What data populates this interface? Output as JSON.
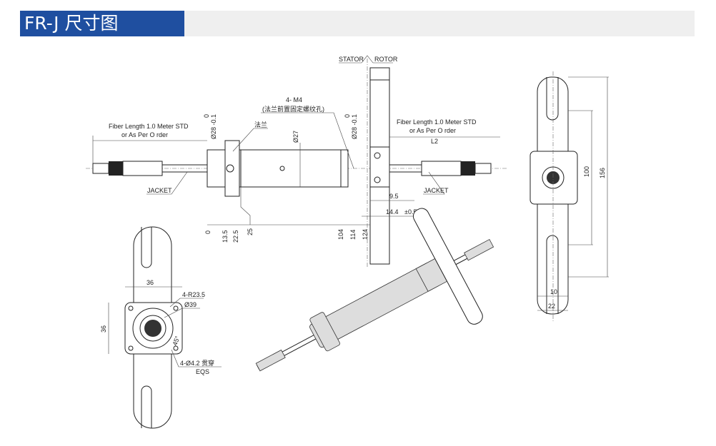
{
  "header": {
    "title": "FR-J 尺寸图"
  },
  "side_view": {
    "stator": "STATOR",
    "rotor": "ROTOR",
    "fiber_left_1": "Fiber Length 1.0 Meter STD",
    "fiber_left_2": "or As Per O rder",
    "fiber_right_1": "Fiber Length 1.0 Meter STD",
    "fiber_right_2": "or As Per O rder",
    "l2": "L2",
    "jacket_left": "JACKET",
    "jacket_right": "JACKET",
    "m4": "4- M4",
    "m4_note": "(法兰前置固定螺纹孔)",
    "flange": "法兰",
    "dia28_left": "Ø28 -0.1",
    "dia28_right": "Ø28 -0.1",
    "tol_zero": "0",
    "dia27": "Ø27",
    "dim_9_5": "9.5",
    "dim_14_4": "14.4",
    "dim_14_4_tol": "±0.5",
    "axis_dims": [
      "0",
      "13.5",
      "22.5",
      "25",
      "104",
      "114",
      "124"
    ]
  },
  "end_view": {
    "dim_100": "100",
    "dim_156": "156",
    "dim_10": "10",
    "dim_22": "22"
  },
  "front_view": {
    "dim_36_h": "36",
    "dim_36_v": "36",
    "r23_5": "4-R23.5",
    "dia39": "Ø39",
    "angle": "45°",
    "holes": "4-Ø4.2 贯穿",
    "eqs": "EQS"
  }
}
